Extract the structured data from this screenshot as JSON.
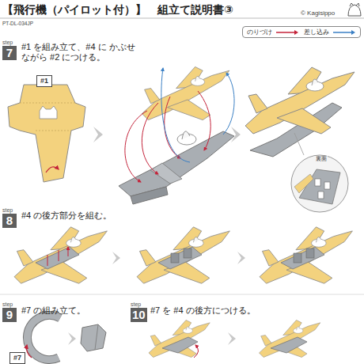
{
  "diagram": {
    "title": "【飛行機（パイロット付）】　組立て説明書③",
    "nodes": [
      {
        "text": [
          "step",
          "7"
        ]
      },
      {
        "text": [
          "#1"
        ]
      },
      {
        "text": [
          "step",
          "8"
        ]
      },
      {
        "text": [
          "step",
          "9"
        ]
      },
      {
        "text": [
          "#7"
        ]
      },
      {
        "text": [
          "step",
          "10"
        ]
      }
    ],
    "labels": [
      "PT-DL-034JP",
      "© Kagisippo",
      "#1 を組み立て、#4 に かぶせながら #2 につける。",
      "裏面",
      "#4 の後方部分を組む。",
      "#7 の組み立て。",
      "#7 を #4 の後方につける。"
    ],
    "legend": [
      {
        "text": "のりづけ"
      },
      {
        "text": "差し込み"
      }
    ]
  }
}
